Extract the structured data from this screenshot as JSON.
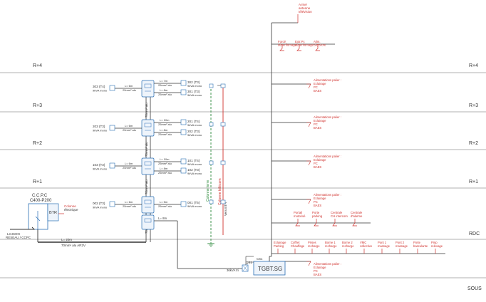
{
  "floors": [
    {
      "label": "R+4"
    },
    {
      "label": "R+3"
    },
    {
      "label": "R+2"
    },
    {
      "label": "R+1"
    },
    {
      "label": "RDC"
    },
    {
      "label": "SOUS"
    }
  ],
  "top_feeder": {
    "line1": "Arrivé",
    "line2": "antenne",
    "line3": "télévision"
  },
  "roof_circuits": [
    {
      "line1": "Forcé",
      "line2": "désenfumage"
    },
    {
      "line1": "Extr.Pc",
      "line2": "désenfumage"
    },
    {
      "line1": "Alim.",
      "line2": "SkyStore"
    }
  ],
  "common_feed": {
    "line1": "Alimentations palier :",
    "line2": "Eclairage",
    "line3": "PC",
    "line4": "BAES"
  },
  "apartments": {
    "r3": {
      "left": {
        "name": "303 (T4)",
        "power": "9kVA mono"
      },
      "cable_left": {
        "len": "L= 6m",
        "sec": "25mm² alu"
      },
      "cable_right_1": {
        "len": "L= 7m",
        "sec": "25mm² alu"
      },
      "cable_right_2": {
        "len": "L= 8m",
        "sec": "25mm² alu"
      },
      "right_1": {
        "name": "302 (T3)",
        "power": "9kVA mono"
      },
      "right_2": {
        "name": "301 (T3)",
        "power": "9kVA mono"
      }
    },
    "r2": {
      "left": {
        "name": "203 (T3)",
        "power": "9kVA mono"
      },
      "cable_left": {
        "len": "L= 6m",
        "sec": "25mm² alu"
      },
      "cable_right_1": {
        "len": "L= 10m",
        "sec": "25mm² alu"
      },
      "cable_right_2": {
        "len": "L= 8m",
        "sec": "25mm² alu"
      },
      "right_1": {
        "name": "201 (T4)",
        "power": "9kVA mono"
      },
      "right_2": {
        "name": "202 (T3)",
        "power": "9kVA mono"
      }
    },
    "r1": {
      "left": {
        "name": "103 (T3)",
        "power": "9kVA mono"
      },
      "cable_left": {
        "len": "L= 6m",
        "sec": "25mm² alu"
      },
      "cable_right_1": {
        "len": "L= 10m",
        "sec": "25mm² alu"
      },
      "cable_right_2": {
        "len": "L= 8m",
        "sec": "25mm² alu"
      },
      "right_1": {
        "name": "101 (T4)",
        "power": "9kVA mono"
      },
      "right_2": {
        "name": "102 (T3)",
        "power": "9kVA mono"
      }
    },
    "rdc": {
      "left": {
        "name": "002 (T3)",
        "power": "9kVA mono"
      },
      "cable_left": {
        "len": "L= 6m",
        "sec": "25mm² alu"
      },
      "cable_right_1": {
        "len": "L= 5m",
        "sec": "25mm² alu"
      },
      "right_1": {
        "name": "001 (T5)",
        "power": "9kVA mono"
      }
    }
  },
  "riser_sections": [
    "70mm² alu",
    "70mm² alu",
    "70mm² alu",
    "70mm² alu"
  ],
  "riser_to_tgbt": {
    "len": "L= 8m"
  },
  "columns": {
    "earth": "Colonne terre",
    "telecom": "Colonne télécom",
    "telecom_sub": "Vers BTR"
  },
  "rdc_circuits": [
    {
      "line1": "Portail",
      "line2": "motorisé"
    },
    {
      "line1": "Porte",
      "line2": "parking"
    },
    {
      "line1": "Centrale",
      "line2": "CH intercom"
    },
    {
      "line1": "Centrale",
      "line2": "d'alarme"
    }
  ],
  "basement_circuits": [
    {
      "line1": "Eclairage",
      "line2": "Parking"
    },
    {
      "line1": "Coffret",
      "line2": "Chauffage"
    },
    {
      "line1": "Prises",
      "line2": "recharge"
    },
    {
      "line1": "Borne 1",
      "line2": "recharge"
    },
    {
      "line1": "Borne 2",
      "line2": "recharge"
    },
    {
      "line1": "VMC",
      "line2": "collective"
    },
    {
      "line1": "Pont 1",
      "line2": "massage"
    },
    {
      "line1": "Pont 2",
      "line2": "massage"
    },
    {
      "line1": "Porte",
      "line2": "basculante"
    },
    {
      "line1": "Pmp",
      "line2": "relevage"
    }
  ],
  "tgbt": {
    "label": "TGBT.SG",
    "qs1": "QS1",
    "cs1": "CS1",
    "pump": "36kVA tri"
  },
  "supply": {
    "ccpc_line1": "C.C.P.C",
    "ccpc_line2": "C400-P200",
    "btr": "BTR",
    "btr_note_1": "Colonne",
    "btr_note_2": "électrique",
    "cable_len": "L= 20m",
    "cable_sec": "70mm² alu AR2V",
    "liaison_1": "LIAISON",
    "liaison_2": "RESEAU / CCPC"
  },
  "colors": {
    "line": "#333333",
    "red": "#d0312d",
    "green": "#2e8b3d",
    "grid": "#999999",
    "box": "#2a6fb5"
  }
}
